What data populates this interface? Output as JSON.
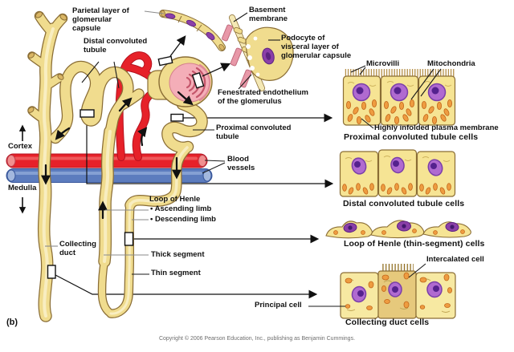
{
  "figure": {
    "panel_letter": "(b)",
    "copyright": "Copyright © 2006 Pearson Education, Inc., publishing as Benjamin Cummings."
  },
  "nephron_labels": {
    "parietal": "Parietal layer of\nglomerular\ncapsule",
    "distal_tubule": "Distal convoluted\ntubule",
    "basement": "Basement\nmembrane",
    "podocyte": "Podocyte of\nvisceral layer of\nglomerular capsule",
    "fenestrated": "Fenestrated endothelium\nof the glomerulus",
    "proximal_tubule": "Proximal convoluted\ntubule",
    "blood_vessels": "Blood\nvessels",
    "cortex": "Cortex",
    "medulla": "Medulla",
    "loop_of_henle": "Loop of Henle",
    "ascending_limb": "• Ascending limb",
    "descending_limb": "• Descending limb",
    "collecting_duct": "Collecting\nduct",
    "thick_segment": "Thick segment",
    "thin_segment": "Thin segment"
  },
  "cell_panels": {
    "proximal": {
      "microvilli": "Microvilli",
      "mitochondria": "Mitochondria",
      "infolded_membrane": "Highly infolded plasma membrane",
      "title": "Proximal convoluted tubule cells"
    },
    "distal": {
      "title": "Distal convoluted tubule cells"
    },
    "loop": {
      "title": "Loop of Henle (thin-segment) cells"
    },
    "collecting": {
      "intercalated": "Intercalated cell",
      "principal": "Principal cell",
      "title": "Collecting duct cells"
    }
  },
  "colors": {
    "tubule_yellow": "#f0dc8e",
    "tubule_outline": "#8a6d35",
    "artery_red": "#e62129",
    "vein_blue": "#5c7cbe",
    "glomerulus_pink": "#f4aeb8",
    "nucleus_purple": "#a05cc4",
    "mitochondria_orange": "#ee9c40",
    "basement_pink": "#e898a8"
  }
}
